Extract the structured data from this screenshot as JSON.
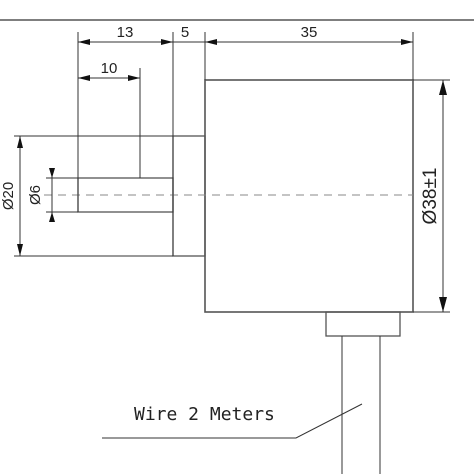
{
  "dimensions": {
    "shaft_to_face": "13",
    "flange_thickness": "5",
    "body_length": "35",
    "shaft_length": "10",
    "flange_diameter": "Ø20",
    "shaft_diameter": "Ø6",
    "body_diameter": "Ø38±1"
  },
  "note": {
    "cable_label": "Wire 2 Meters"
  }
}
